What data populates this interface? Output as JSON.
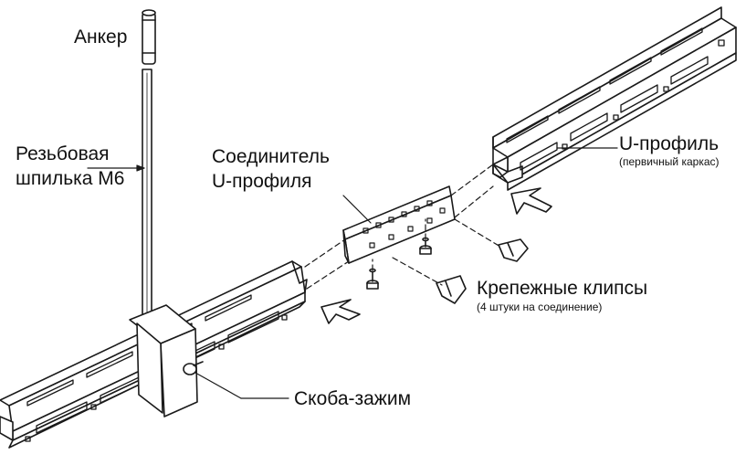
{
  "labels": {
    "anchor": "Анкер",
    "rod_line1": "Резьбовая",
    "rod_line2": "шпилька М6",
    "connector_line1": "Соединитель",
    "connector_line2": "U-профиля",
    "uprofile": "U-профиль",
    "uprofile_note": "(первичный каркас)",
    "clips": "Крепежные клипсы",
    "clips_note": "(4 штуки на соединение)",
    "clamp": "Скоба-зажим"
  },
  "colors": {
    "line": "#1a1a1a",
    "fill": "#ffffff"
  }
}
